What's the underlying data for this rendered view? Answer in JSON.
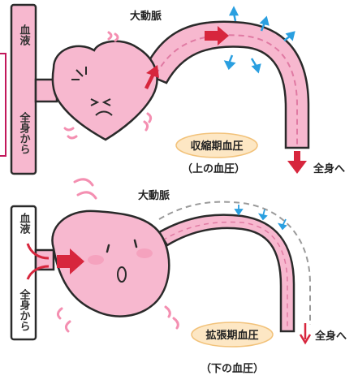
{
  "top": {
    "aorta_label": "大動脈",
    "vessel_label_top": "血液",
    "vessel_label_bottom": "全身から",
    "phase_label": "収縮期血圧",
    "phase_sub": "（上の血圧）",
    "out_label": "全身へ"
  },
  "bottom": {
    "aorta_label": "大動脈",
    "vessel_label_top": "血液",
    "vessel_label_bottom": "全身から",
    "phase_label": "拡張期血圧",
    "phase_sub": "（下の血圧）",
    "out_label": "全身へ"
  },
  "colors": {
    "pink_body": "#f7b8cf",
    "pink_light": "#fbd6e2",
    "outline": "#2a2a2a",
    "red_arrow": "#d7263d",
    "blue_arrow": "#2a9fe0",
    "label_oval": "#fde7c4",
    "border_magenta": "#c2185b"
  }
}
